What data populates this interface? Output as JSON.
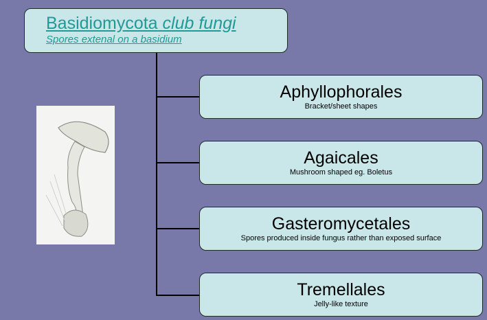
{
  "root": {
    "title": "Basidiomycota",
    "title_italic": "club fungi",
    "subtitle": "Spores extenal on a basidium"
  },
  "children": [
    {
      "name": "Aphyllophorales",
      "desc": "Bracket/sheet shapes"
    },
    {
      "name": "Agaicales",
      "desc": "Mushroom shaped eg. Boletus"
    },
    {
      "name": "Gasteromycetales",
      "desc": "Spores produced inside fungus rather than exposed surface"
    },
    {
      "name": "Tremellales",
      "desc": "Jelly-like texture"
    }
  ],
  "colors": {
    "background": "#7979a9",
    "box": "#c9e7e9",
    "title": "#1f9a96"
  }
}
